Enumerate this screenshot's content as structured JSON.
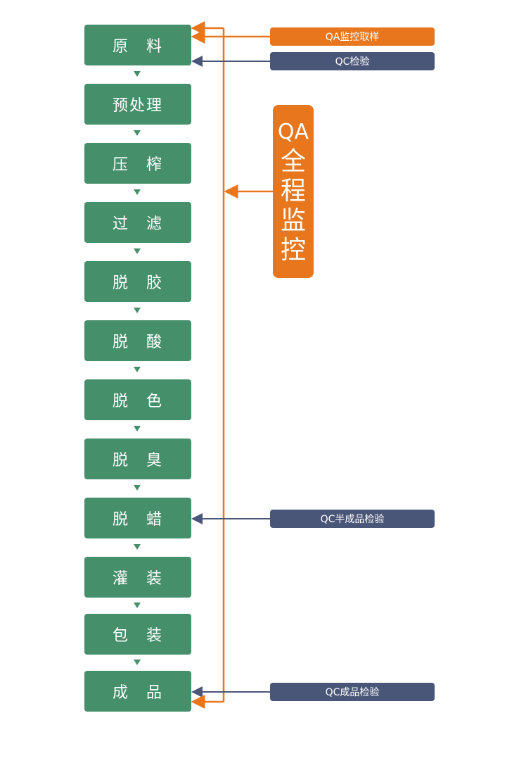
{
  "steps": [
    "原　料",
    "预处理",
    "压　榨",
    "过　滤",
    "脱　胶",
    "脱　酸",
    "脱　色",
    "脱　臭",
    "脱　蜡",
    "灌　装",
    "包　装",
    "成　品"
  ],
  "tags": {
    "qa_sampling": "QA监控取样",
    "qc_inspection": "QC检验",
    "qc_semi": "QC半成品检验",
    "qc_final": "QC成品检验"
  },
  "qa_full": {
    "line1": "QA",
    "line2": "全",
    "line3": "程",
    "line4": "监",
    "line5": "控"
  },
  "colors": {
    "step": "#468f6b",
    "qa": "#e8761c",
    "qc": "#4a5678"
  }
}
